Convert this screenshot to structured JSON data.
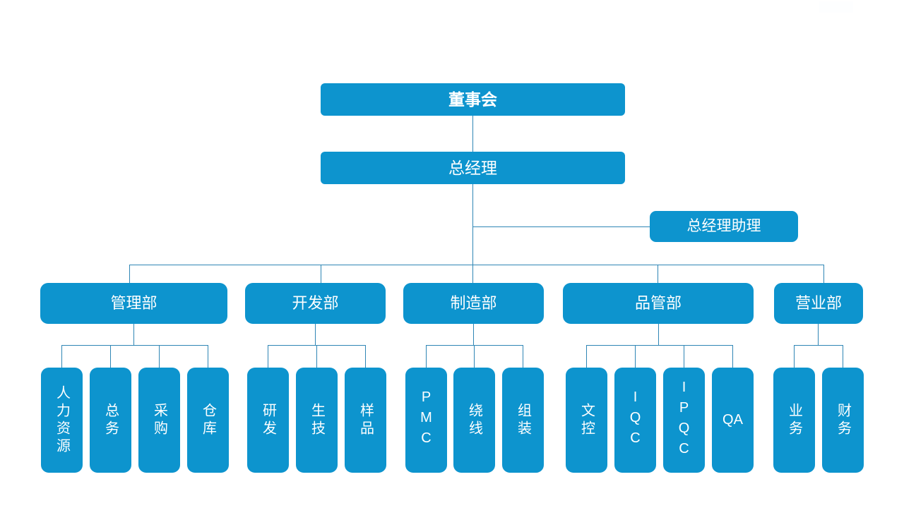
{
  "chart_title": "",
  "theme": {
    "node_fill": "#0d94ce",
    "node_text": "#ffffff",
    "connector": "#2f86b5",
    "background": "#ffffff"
  },
  "org": {
    "board": {
      "label": "董事会"
    },
    "general_manager": {
      "label": "总经理"
    },
    "assistant": {
      "label": "总经理助理"
    },
    "departments": [
      {
        "label": "管理部",
        "children": [
          {
            "label": "人力资源",
            "orientation": "vertical"
          },
          {
            "label": "总务",
            "orientation": "vertical"
          },
          {
            "label": "采购",
            "orientation": "vertical"
          },
          {
            "label": "仓库",
            "orientation": "vertical"
          }
        ]
      },
      {
        "label": "开发部",
        "children": [
          {
            "label": "研发",
            "orientation": "vertical"
          },
          {
            "label": "生技",
            "orientation": "vertical"
          },
          {
            "label": "样品",
            "orientation": "vertical"
          }
        ]
      },
      {
        "label": "制造部",
        "children": [
          {
            "label": "PMC",
            "orientation": "vertical-latin"
          },
          {
            "label": "绕线",
            "orientation": "vertical"
          },
          {
            "label": "组装",
            "orientation": "vertical"
          }
        ]
      },
      {
        "label": "品管部",
        "children": [
          {
            "label": "文控",
            "orientation": "vertical"
          },
          {
            "label": "IQC",
            "orientation": "vertical-latin"
          },
          {
            "label": "IPQC",
            "orientation": "vertical-latin"
          },
          {
            "label": "QA",
            "orientation": "horizontal"
          }
        ]
      },
      {
        "label": "营业部",
        "children": [
          {
            "label": "业务",
            "orientation": "vertical"
          },
          {
            "label": "财务",
            "orientation": "vertical"
          }
        ]
      }
    ]
  }
}
